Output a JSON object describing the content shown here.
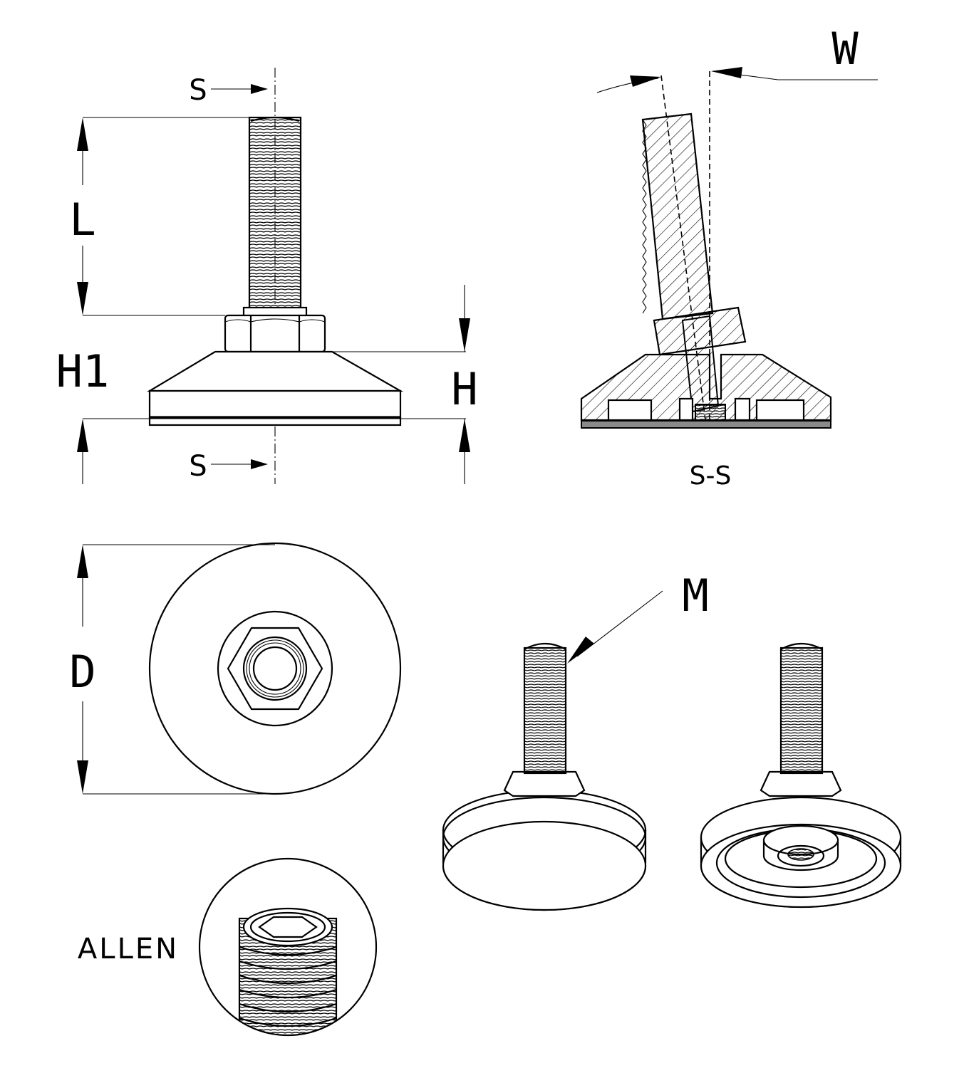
{
  "labels": {
    "L": "L",
    "H1": "H1",
    "H": "H",
    "W": "W",
    "D": "D",
    "M": "M",
    "S_top": "S",
    "S_bottom": "S",
    "section": "S-S",
    "allen": "ALLEN"
  }
}
